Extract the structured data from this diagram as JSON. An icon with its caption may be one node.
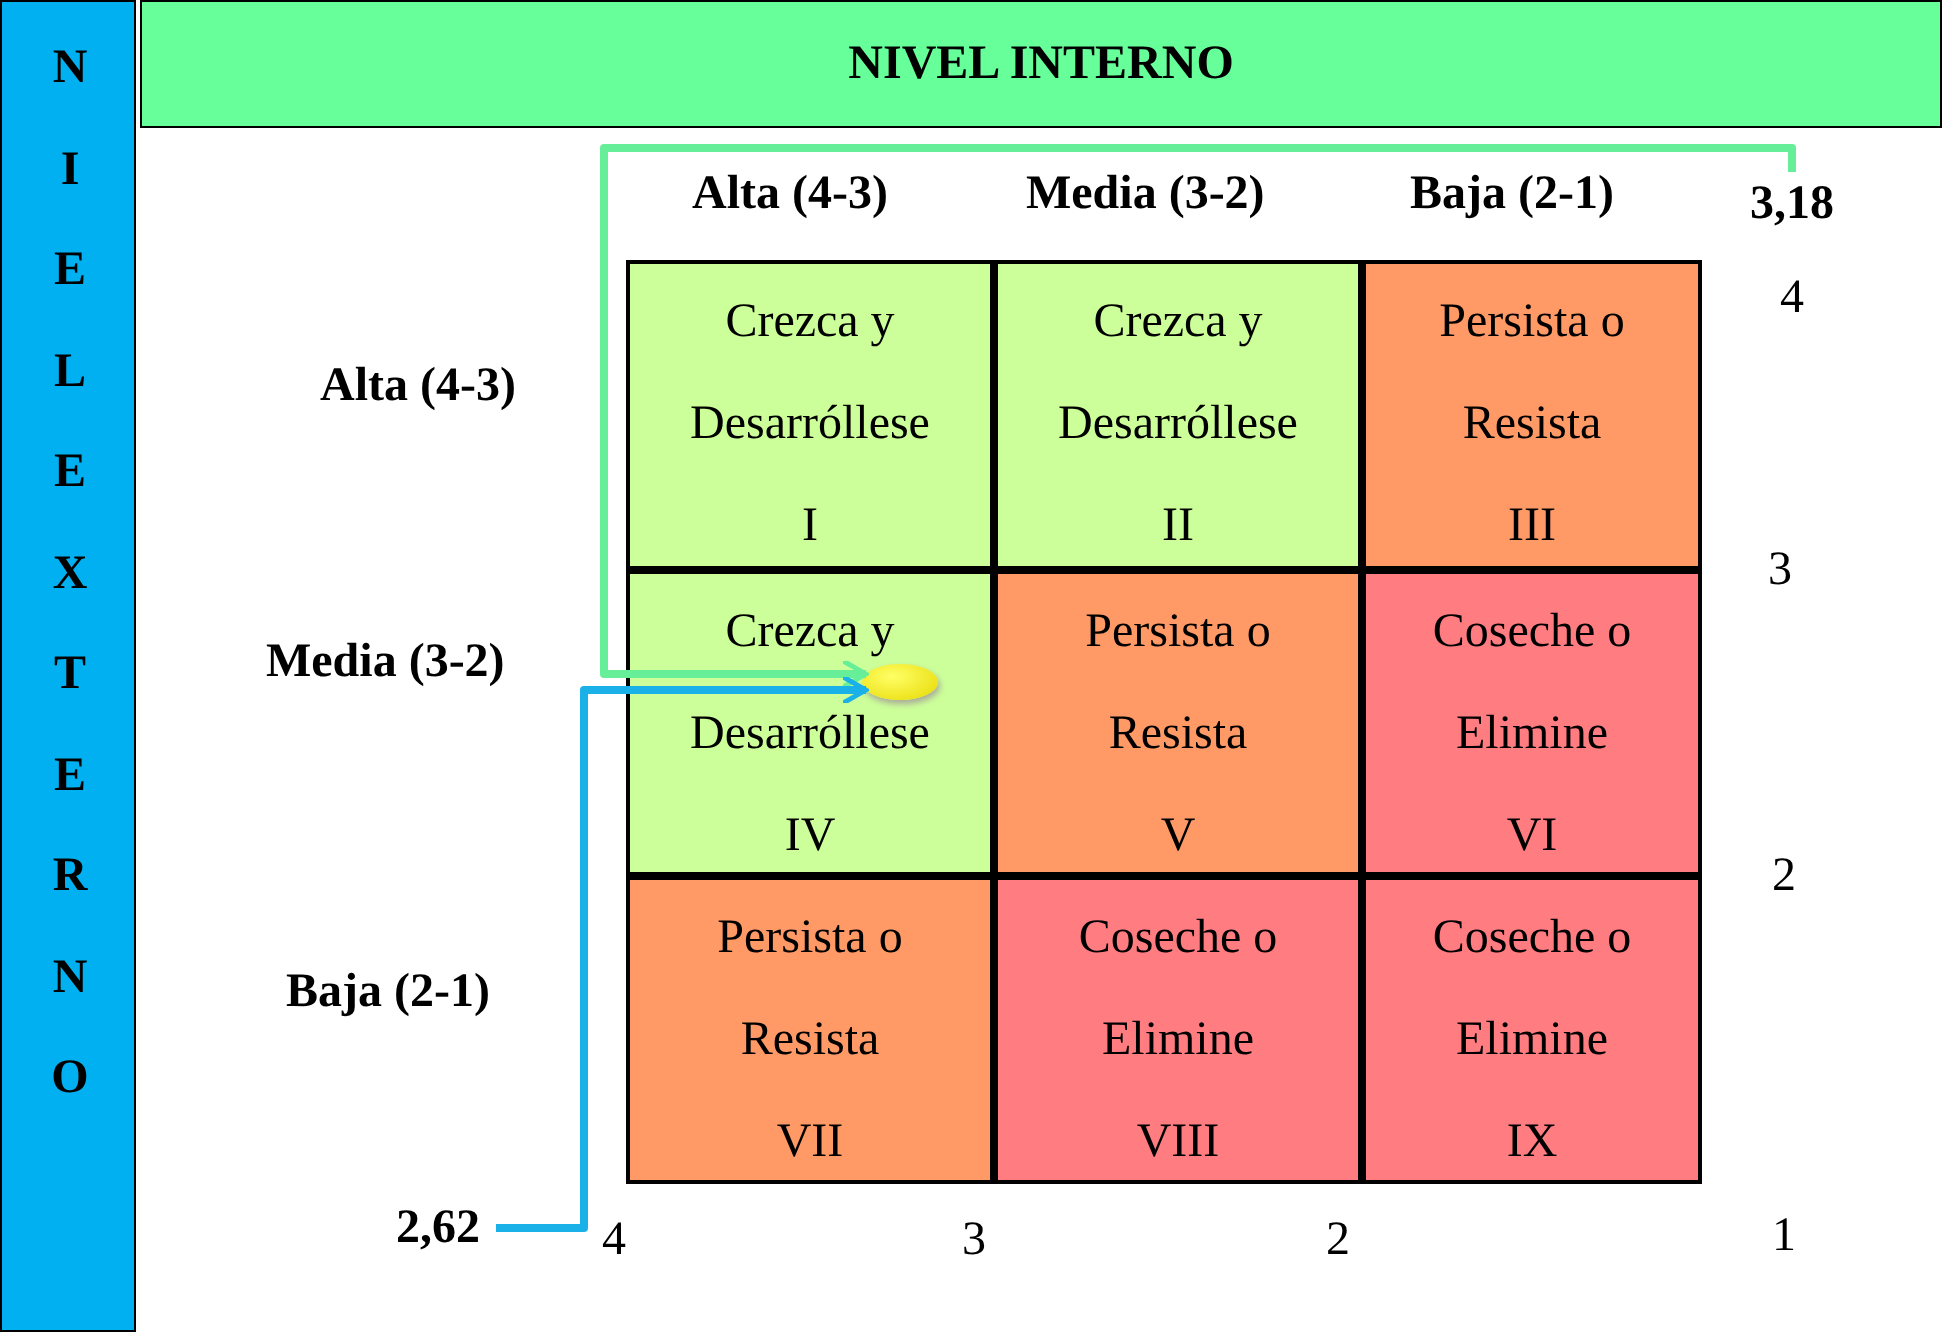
{
  "diagram": {
    "nodes": [
      {
        "text": [
          "NIVEL INTERNO"
        ]
      },
      {
        "text": [
          "N I E L E X T E R N O"
        ]
      },
      {
        "text": [
          "Crezca y Desarróllese",
          "I"
        ]
      },
      {
        "text": [
          "Crezca y Desarróllese",
          "II"
        ]
      },
      {
        "text": [
          "Persista o Resista",
          "III"
        ]
      },
      {
        "text": [
          "Crezca y Desarróllese",
          "IV"
        ]
      },
      {
        "text": [
          "Persista o Resista",
          "V"
        ]
      },
      {
        "text": [
          "Coseche o Elimine",
          "VI"
        ]
      },
      {
        "text": [
          "Persista o Resista",
          "VII"
        ]
      },
      {
        "text": [
          "Coseche o Elimine",
          "VIII"
        ]
      },
      {
        "text": [
          "Coseche o Elimine",
          "IX"
        ]
      },
      {
        "text": [],
        "shape": "circle",
        "in": 5
      },
      {
        "text": [
          "3,18"
        ]
      },
      {
        "text": [
          "2,62"
        ]
      }
    ],
    "edges": [
      {
        "from": 12,
        "to": 11,
        "arrow": "to",
        "color": "#66ee99"
      },
      {
        "from": 13,
        "to": 11,
        "arrow": "to",
        "color": "#1ab0e8"
      }
    ],
    "labels": [
      "Alta (4-3)",
      "Media (3-2)",
      "Baja (2-1)",
      "4",
      "Alta (4-3)",
      "3",
      "Media (3-2)",
      "2",
      "Baja (2-1)",
      "4",
      "3",
      "2",
      "1"
    ]
  }
}
